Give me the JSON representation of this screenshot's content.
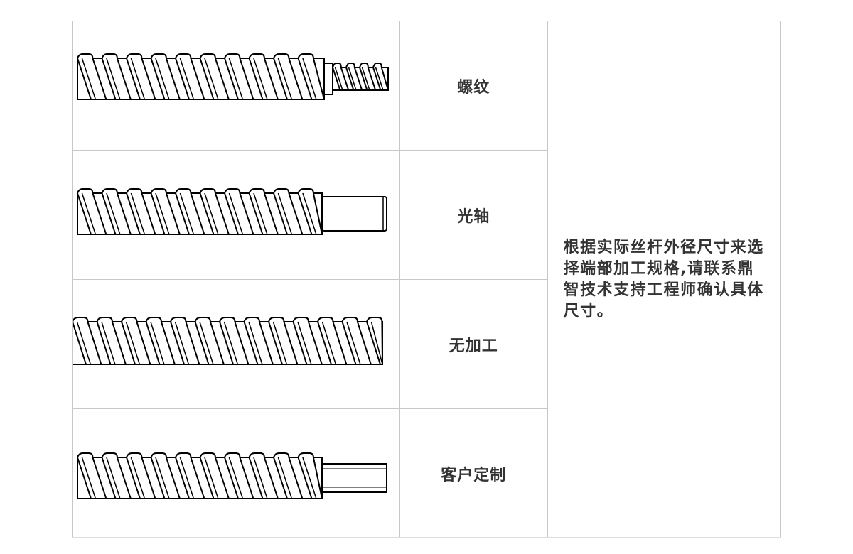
{
  "rows": [
    {
      "label": "螺纹",
      "end_type": "thread"
    },
    {
      "label": "光轴",
      "end_type": "shaft"
    },
    {
      "label": "无加工",
      "end_type": "none"
    },
    {
      "label": "客户定制",
      "end_type": "custom"
    }
  ],
  "note": "根据实际丝杆外径尺寸来选择端部加工规格,请联系鼎智技术支持工程师确认具体尺寸。"
}
